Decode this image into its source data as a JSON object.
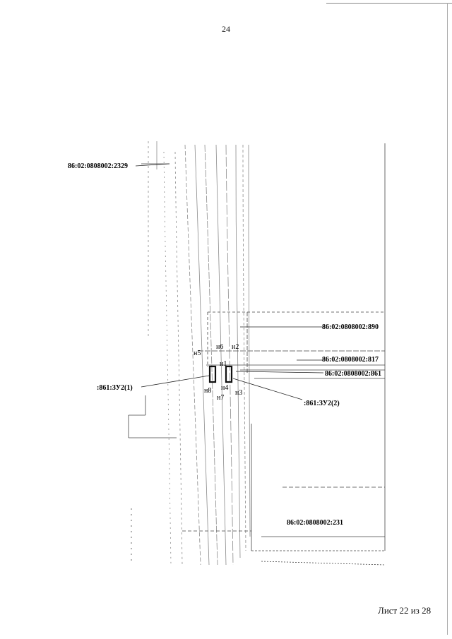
{
  "page": {
    "number": "24",
    "sheet_label": "Лист 22 из 28"
  },
  "parcels": [
    {
      "id": "p2329",
      "label": "86:02:0808002:2329"
    },
    {
      "id": "p890",
      "label": "86:02:0808002:890"
    },
    {
      "id": "p817",
      "label": "86:02:0808002:817"
    },
    {
      "id": "p861",
      "label": "86:02:0808002:861"
    },
    {
      "id": "p231",
      "label": "86:02:0808002:231"
    }
  ],
  "plots": [
    {
      "id": "zu1",
      "label": ":861:ЗУ2(1)"
    },
    {
      "id": "zu2",
      "label": ":861:ЗУ2(2)"
    }
  ],
  "points": [
    "н1",
    "н2",
    "н3",
    "н4",
    "н5",
    "н6",
    "н7",
    "н8"
  ],
  "colors": {
    "ink": "#111111",
    "boundary": "#555555",
    "faint": "#9a9a9a"
  }
}
